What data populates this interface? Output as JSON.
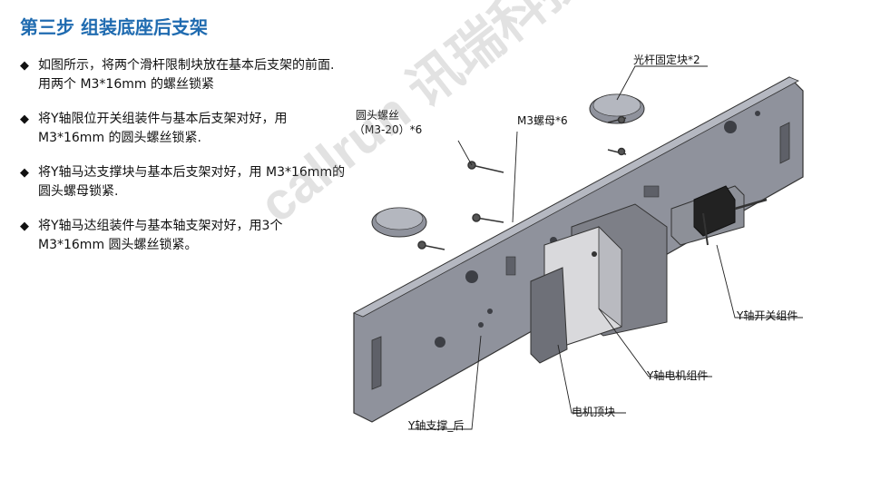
{
  "title": "第三步 组装底座后支架",
  "bullets": [
    {
      "mark": "◆",
      "text": "如图所示，将两个滑杆限制块放在基本后支架的前面.用两个 M3*16mm 的螺丝锁紧"
    },
    {
      "mark": "◆",
      "text": "将Y轴限位开关组装件与基本后支架对好，用 M3*16mm 的圆头螺丝锁紧."
    },
    {
      "mark": "◆",
      "text": "将Y轴马达支撑块与基本后支架对好，用 M3*16mm的圆头螺母锁紧."
    },
    {
      "mark": "◆",
      "text": "将Y轴马达组装件与基本轴支架对好，用3个 M3*16mm 圆头螺丝锁紧。"
    }
  ],
  "figure": {
    "labels": {
      "rod_block": "光杆固定块*2",
      "screw_line1": "圆头螺丝",
      "screw_line2": "（M3-20）*6",
      "nut": "M3螺母*6",
      "switch": "Y轴开关组件",
      "motor": "Y轴电机组件",
      "top_block": "电机顶块",
      "support": "Y轴支撑_后"
    }
  },
  "watermark": "callrun 讯瑞科技"
}
